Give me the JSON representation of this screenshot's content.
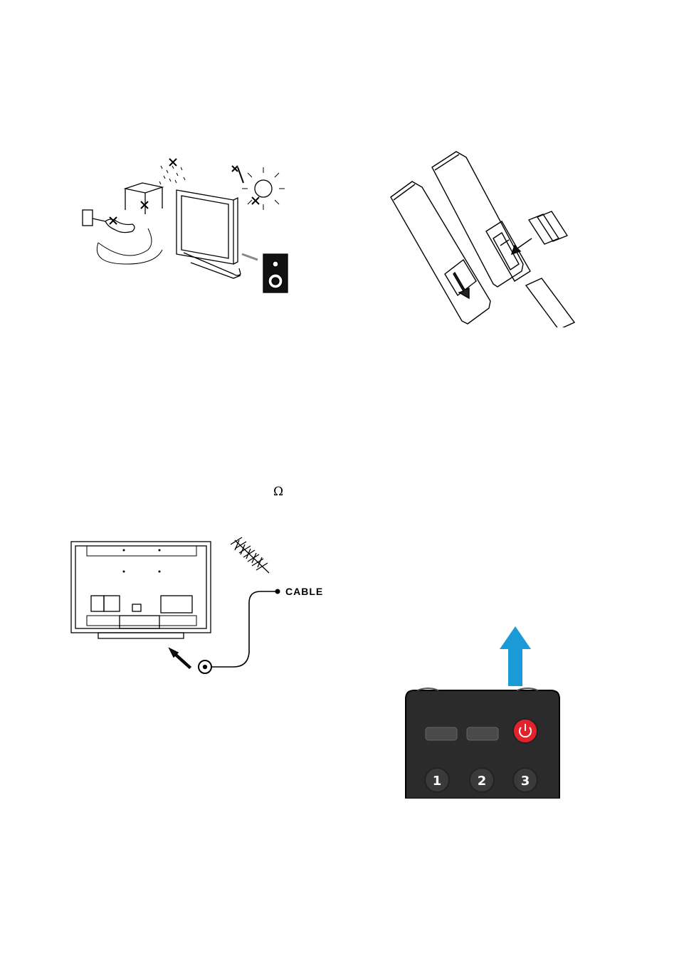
{
  "symbols": {
    "ohm": "Ω"
  },
  "antenna_figure": {
    "cable_label": "CABLE"
  },
  "remote_figure": {
    "number_buttons": [
      "1",
      "2",
      "3"
    ],
    "power_color": "#e3232b",
    "arrow_color": "#1a9ad6",
    "body_color": "#2b2b2b"
  },
  "icons": [
    "warning-scene-icon",
    "battery-insertion-icon",
    "antenna-connection-icon",
    "power-icon",
    "up-arrow-icon"
  ]
}
